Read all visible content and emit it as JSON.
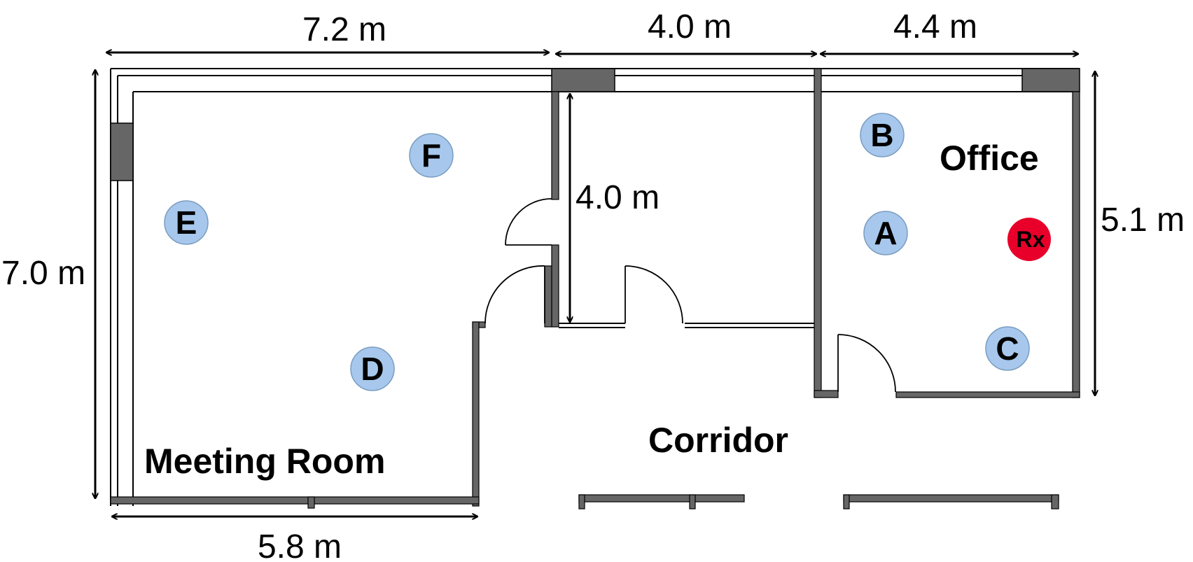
{
  "dimensions": {
    "meeting_room_width": "7.2 m",
    "middle_room_width": "4.0 m",
    "office_width": "4.4 m",
    "middle_room_depth": "4.0 m",
    "office_depth": "5.1 m",
    "meeting_room_depth": "7.0 m",
    "meeting_room_bottom_width": "5.8 m"
  },
  "rooms": {
    "office": "Office",
    "corridor": "Corridor",
    "meeting_room": "Meeting Room"
  },
  "markers": {
    "a": "A",
    "b": "B",
    "c": "C",
    "d": "D",
    "e": "E",
    "f": "F",
    "rx": "Rx"
  },
  "colors": {
    "marker_fill": "#a7c8ec",
    "receiver_fill": "#e8002a",
    "wall": "#666666"
  }
}
